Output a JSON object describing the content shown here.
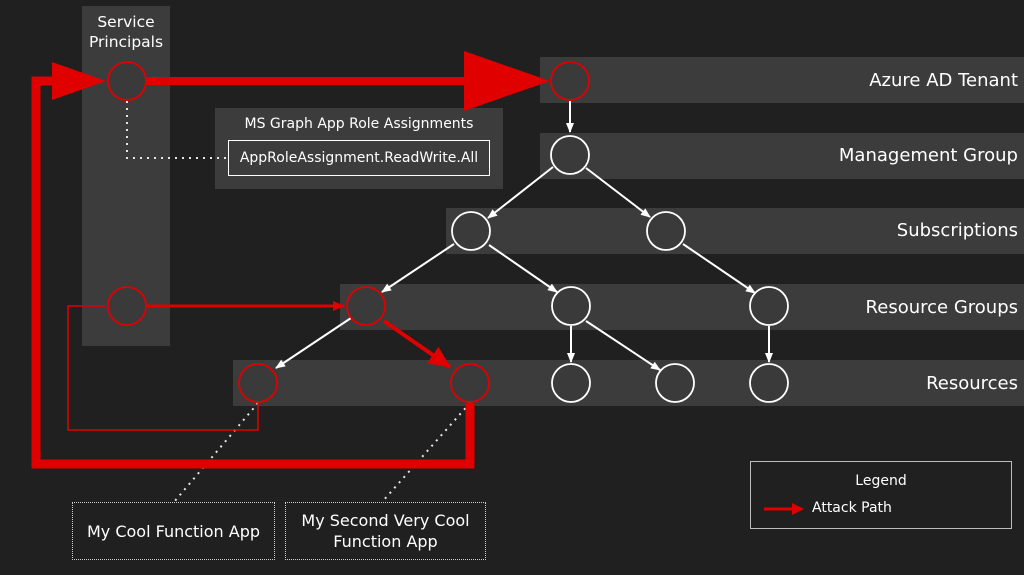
{
  "service_principals": {
    "title_line1": "Service",
    "title_line2": "Principals"
  },
  "tiers": {
    "tenant": "Azure AD Tenant",
    "management_group": "Management Group",
    "subscriptions": "Subscriptions",
    "resource_groups": "Resource Groups",
    "resources": "Resources"
  },
  "graph_roles": {
    "title": "MS Graph App Role Assignments",
    "assignment": "AppRoleAssignment.ReadWrite.All"
  },
  "apps": {
    "first": "My Cool Function App",
    "second_line1": "My Second Very Cool",
    "second_line2": "Function App"
  },
  "legend": {
    "title": "Legend",
    "attack_path": "Attack Path"
  },
  "colors": {
    "background": "#202020",
    "band": "#3c3c3c",
    "attack": "#e00000",
    "node_fill": "#3a3a3a",
    "line": "#ffffff"
  }
}
